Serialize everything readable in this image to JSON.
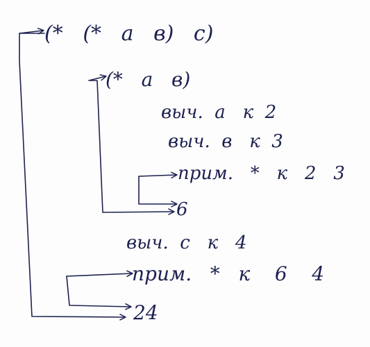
{
  "lines": {
    "expr_outer": "(*   (*   a   в)   c)",
    "expr_inner": "(*   a   в)",
    "eval_a": "выч.  a   к  2",
    "eval_b": "выч.  в   к  3",
    "apply_inner": "прим.   *   к   2   3",
    "result_inner": "6",
    "eval_c": "выч.  c   к   4",
    "apply_outer": "прим.   *   к    6    4",
    "result_outer": "24"
  },
  "colors": {
    "ink": "#1d2150"
  }
}
